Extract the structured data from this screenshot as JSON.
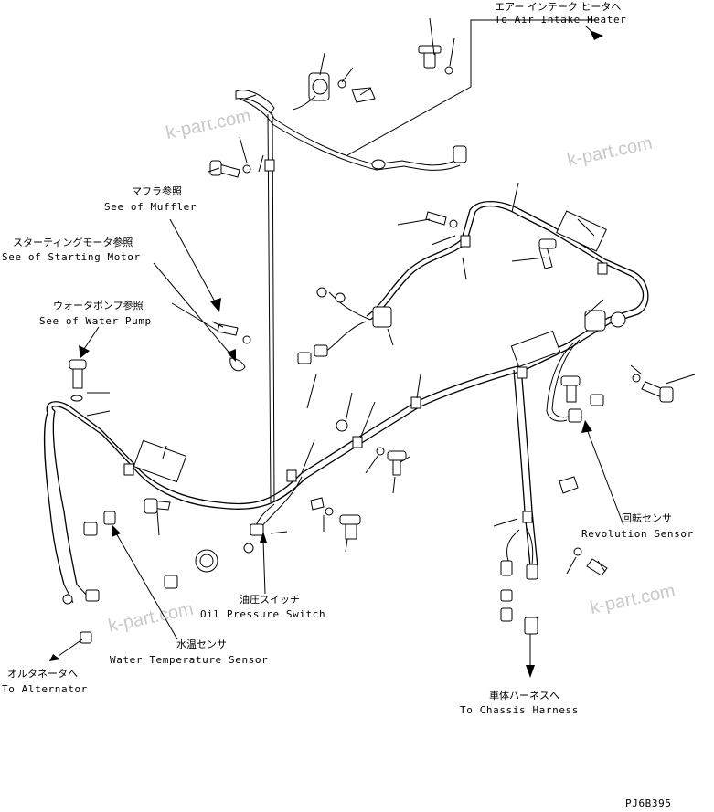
{
  "watermarks": [
    "k-part.com",
    "k-part.com",
    "k-part.com",
    "k-part.com"
  ],
  "labels": {
    "air_intake_heater": {
      "jp": "エアー インテーク ヒータへ",
      "en": "To Air Intake Heater"
    },
    "muffler": {
      "jp": "マフラ参照",
      "en": "See of Muffler"
    },
    "starting_motor": {
      "jp": "スターティングモータ参照",
      "en": "See of Starting Motor"
    },
    "water_pump": {
      "jp": "ウォータポンプ参照",
      "en": "See of Water Pump"
    },
    "revolution_sensor": {
      "jp": "回転センサ",
      "en": "Revolution Sensor"
    },
    "oil_pressure_switch": {
      "jp": "油圧スイッチ",
      "en": "Oil Pressure Switch"
    },
    "water_temperature_sensor": {
      "jp": "水温センサ",
      "en": "Water Temperature Sensor"
    },
    "alternator": {
      "jp": "オルタネータへ",
      "en": "To Alternator"
    },
    "chassis_harness": {
      "jp": "車体ハーネスへ",
      "en": "To Chassis Harness"
    }
  },
  "drawing_code": "PJ6B395"
}
